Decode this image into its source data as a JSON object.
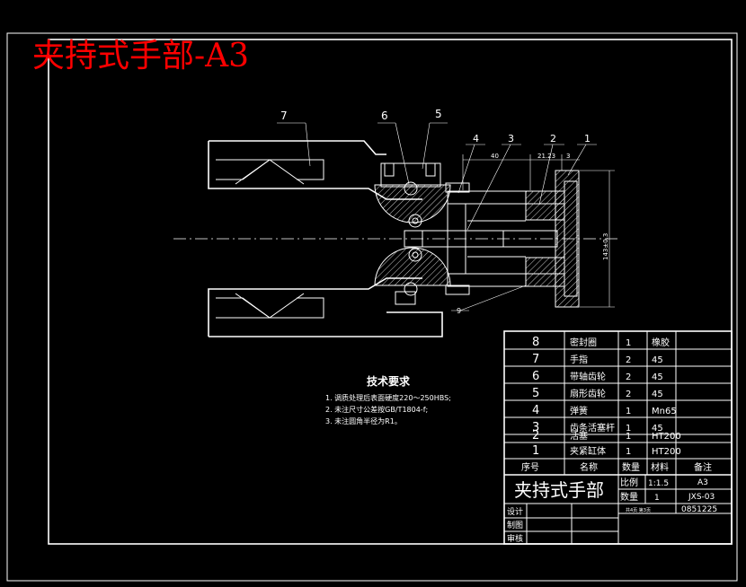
{
  "title": "夹持式手部-A3",
  "drawing": {
    "part_callouts": [
      "1",
      "2",
      "3",
      "4",
      "5",
      "6",
      "7",
      "9"
    ],
    "dims": {
      "d40": "40",
      "d2123": "21.23",
      "d3": "3",
      "vertical": "143±0.3"
    }
  },
  "tech": {
    "heading": "技术要求",
    "notes": [
      "1. 调质处理后表面硬度220～250HBS;",
      "2. 未注尺寸公差按GB/T1804-f;",
      "3. 未注圆角半径为R1。"
    ]
  },
  "bom": {
    "rows": [
      {
        "no": "8",
        "name": "密封圈",
        "qty": "1",
        "material": "橡胶",
        "note": ""
      },
      {
        "no": "7",
        "name": "手指",
        "qty": "2",
        "material": "45",
        "note": ""
      },
      {
        "no": "6",
        "name": "带轴齿轮",
        "qty": "2",
        "material": "45",
        "note": ""
      },
      {
        "no": "5",
        "name": "扇形齿轮",
        "qty": "2",
        "material": "45",
        "note": ""
      },
      {
        "no": "4",
        "name": "弹簧",
        "qty": "1",
        "material": "Mn65",
        "note": ""
      },
      {
        "no": "3",
        "name": "齿条活塞杆",
        "qty": "1",
        "material": "45",
        "note": ""
      },
      {
        "no": "2",
        "name": "活塞",
        "qty": "1",
        "material": "HT200",
        "note": ""
      },
      {
        "no": "1",
        "name": "夹紧缸体",
        "qty": "1",
        "material": "HT200",
        "note": ""
      }
    ],
    "header": {
      "no": "序号",
      "name": "名称",
      "qty": "数量",
      "material": "材料",
      "note": "备注"
    }
  },
  "titleblock": {
    "name": "夹持式手部",
    "scale_label": "比例",
    "scale": "1:1.5",
    "size": "A3",
    "qty_label": "数量",
    "qty": "1",
    "code": "JXS-03",
    "school": "共4页 第3页",
    "student_no": "0851225",
    "design": "设计",
    "drawn": "制图",
    "review": "审核"
  }
}
